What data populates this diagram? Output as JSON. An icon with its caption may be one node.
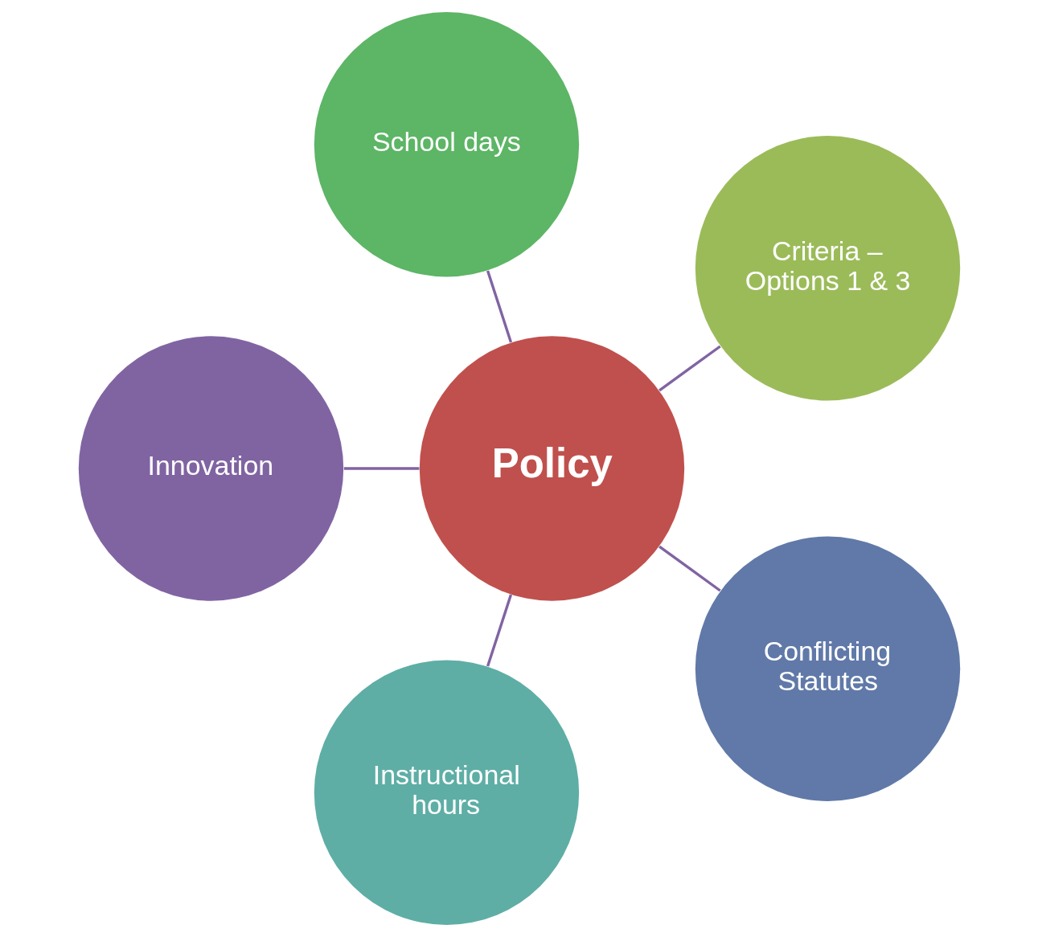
{
  "diagram": {
    "nodes": [
      {
        "text": [
          "Criteria – Options 1 & 3"
        ]
      },
      {
        "text": [
          "School days"
        ]
      },
      {
        "text": [
          "Innovation"
        ]
      },
      {
        "text": [
          "Policy"
        ]
      },
      {
        "text": [
          "Instructional hours"
        ]
      },
      {
        "text": [
          "Conflicting Statutes"
        ]
      }
    ],
    "edges": [
      {
        "from": 3,
        "to": 0,
        "arrow": "none"
      },
      {
        "from": 3,
        "to": 1,
        "arrow": "none"
      },
      {
        "from": 3,
        "to": 4,
        "arrow": "none"
      },
      {
        "from": 3,
        "to": 5,
        "arrow": "none"
      },
      {
        "from": 3,
        "to": 2,
        "arrow": "none"
      }
    ]
  }
}
